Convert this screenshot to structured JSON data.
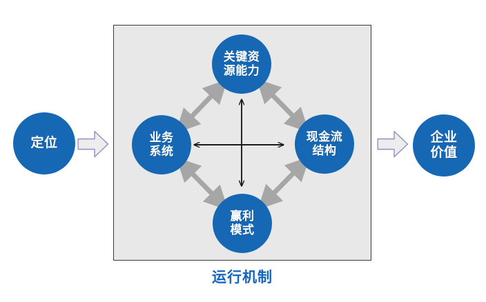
{
  "diagram": {
    "title_caption": "运行机制",
    "colors": {
      "node_blue": "#1668B5",
      "panel_fill": "#E8E8E8",
      "panel_border": "#3A3A3A",
      "caption_blue": "#1565C0",
      "grey_connector": "#A6A6A6",
      "black_connector": "#1A1A1A",
      "block_arrow_fill": "#EDEDED",
      "block_arrow_stroke": "#8E8FC4"
    },
    "outer_nodes": [
      {
        "id": "positioning",
        "label_lines": [
          "定位"
        ]
      },
      {
        "id": "value",
        "label_lines": [
          "企业",
          "价值"
        ]
      }
    ],
    "inner_nodes": [
      {
        "id": "resource",
        "label_lines": [
          "关键资",
          "源能力"
        ]
      },
      {
        "id": "business",
        "label_lines": [
          "业务",
          "系统"
        ]
      },
      {
        "id": "cashflow",
        "label_lines": [
          "现金流",
          "结构"
        ]
      },
      {
        "id": "profit",
        "label_lines": [
          "赢利",
          "模式"
        ]
      }
    ],
    "flow_arrows": [
      {
        "id": "arrow-in",
        "from": "positioning",
        "to": "mechanism",
        "style": "block-chevron",
        "direction": "right"
      },
      {
        "id": "arrow-out",
        "from": "mechanism",
        "to": "value",
        "style": "block-chevron",
        "direction": "right"
      }
    ],
    "connectors": [
      {
        "from": "business",
        "to": "resource",
        "style": "grey-double-arrow"
      },
      {
        "from": "resource",
        "to": "cashflow",
        "style": "grey-double-arrow"
      },
      {
        "from": "cashflow",
        "to": "profit",
        "style": "grey-double-arrow"
      },
      {
        "from": "profit",
        "to": "business",
        "style": "grey-double-arrow"
      },
      {
        "from": "business",
        "to": "cashflow",
        "style": "black-double-arrow-horizontal"
      },
      {
        "from": "resource",
        "to": "profit",
        "style": "black-double-arrow-vertical"
      }
    ]
  }
}
